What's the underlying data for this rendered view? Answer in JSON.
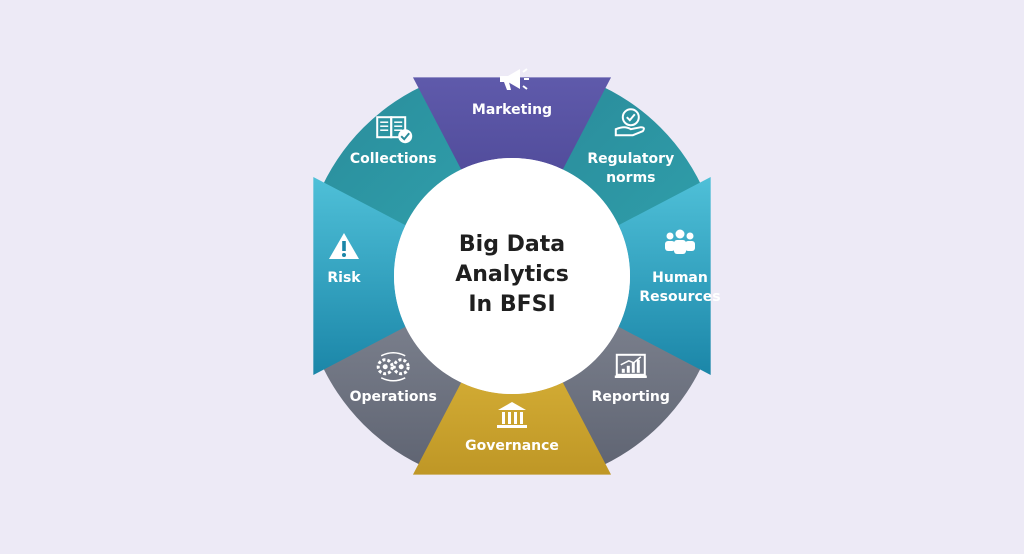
{
  "hub": {
    "lines": [
      "Big Data",
      "Analytics",
      "In BFSI"
    ]
  },
  "segments": [
    {
      "id": "marketing",
      "label_lines": [
        "Marketing"
      ],
      "icon": "megaphone-icon",
      "color": "#5a55a5",
      "popped": true
    },
    {
      "id": "regulatory-norms",
      "label_lines": [
        "Regulatory",
        "norms"
      ],
      "icon": "hand-badge-icon",
      "color": "#2f9aa6",
      "popped": false
    },
    {
      "id": "human-resources",
      "label_lines": [
        "Human",
        "Resources"
      ],
      "icon": "people-icon",
      "color": "#1ea8c6",
      "popped": true
    },
    {
      "id": "reporting",
      "label_lines": [
        "Reporting"
      ],
      "icon": "report-chart-icon",
      "color": "#6b7280",
      "popped": false
    },
    {
      "id": "governance",
      "label_lines": [
        "Governance"
      ],
      "icon": "bank-building-icon",
      "color": "#c9a22e",
      "popped": true
    },
    {
      "id": "operations",
      "label_lines": [
        "Operations"
      ],
      "icon": "gears-icon",
      "color": "#6b7280",
      "popped": false
    },
    {
      "id": "risk",
      "label_lines": [
        "Risk"
      ],
      "icon": "warning-icon",
      "color": "#1ea8c6",
      "popped": true
    },
    {
      "id": "collections",
      "label_lines": [
        "Collections"
      ],
      "icon": "ledger-check-icon",
      "color": "#2f9aa6",
      "popped": false
    }
  ]
}
